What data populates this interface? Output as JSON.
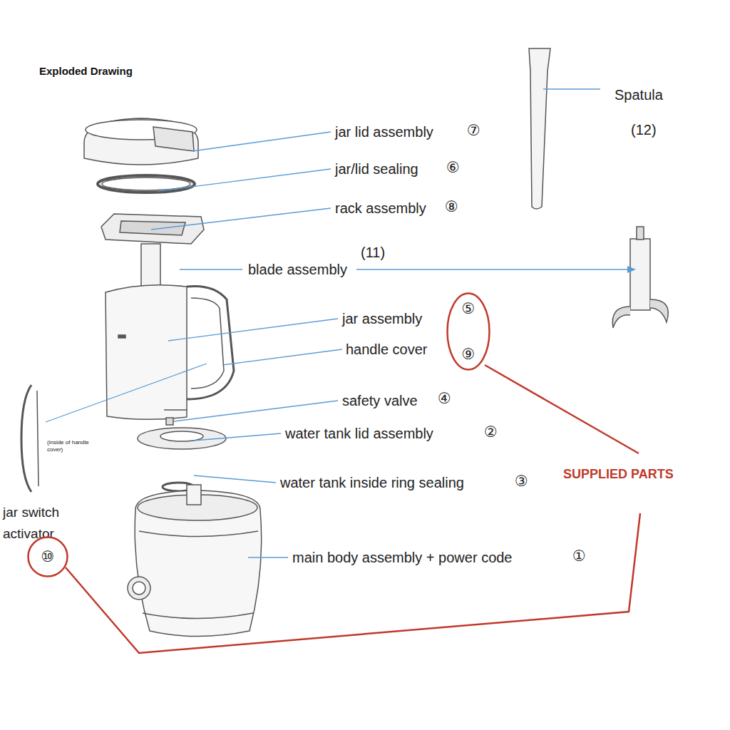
{
  "diagram": {
    "title": "Exploded Drawing",
    "nodes": [
      {
        "text": [
          "⑤",
          "⑨"
        ]
      },
      {
        "text": [
          "⑩"
        ]
      }
    ],
    "labels": [
      "Spatula",
      "(12)",
      "jar lid assembly",
      "⑦",
      "jar/lid sealing",
      "⑥",
      "rack assembly",
      "⑧",
      "blade assembly",
      "(11)",
      "jar assembly",
      "handle cover",
      "safety valve",
      "④",
      "water tank lid assembly",
      "②",
      "water tank inside ring sealing",
      "③",
      "main body assembly + power code",
      "①",
      "SUPPLIED PARTS",
      "(inside of handle cover)",
      "jar switch activator"
    ]
  }
}
